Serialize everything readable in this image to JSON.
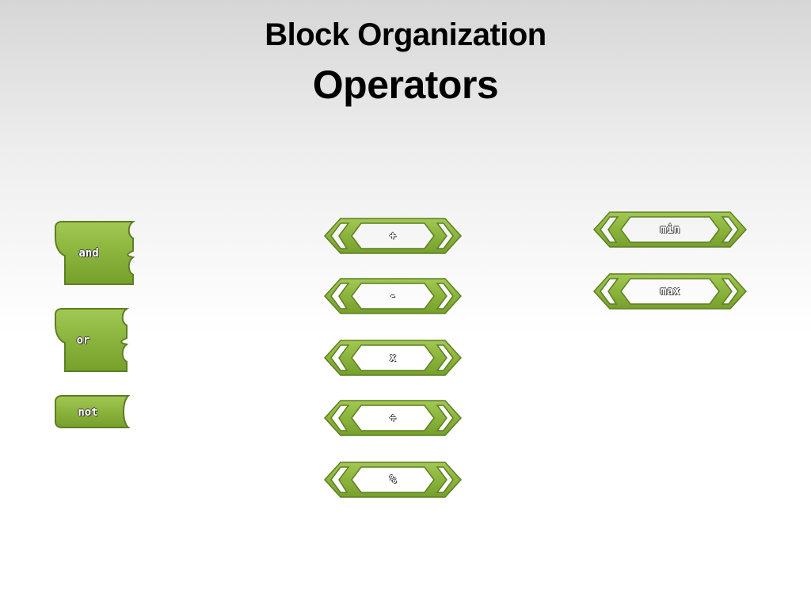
{
  "slide": {
    "title": "Block Organization",
    "subtitle": "Operators"
  },
  "colors": {
    "block_fill": "#8ab43c",
    "block_stroke": "#5e7f22",
    "block_highlight": "#b5d66e"
  },
  "logic_blocks": {
    "and": "and",
    "or": "or",
    "not": "not"
  },
  "math_blocks": {
    "plus": "+",
    "minus": "-",
    "times": "x",
    "divide": "÷",
    "modulo": "%"
  },
  "minmax_blocks": {
    "min": "min",
    "max": "max"
  }
}
